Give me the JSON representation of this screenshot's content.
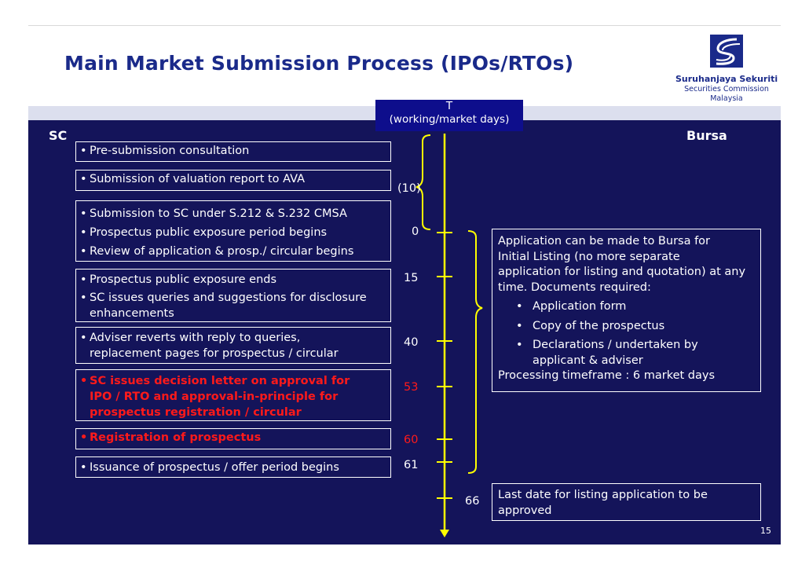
{
  "title": "Main Market Submission Process (IPOs/RTOs)",
  "logo": {
    "line1": "Suruhanjaya Sekuriti",
    "line2": "Securities Commission",
    "line3": "Malaysia",
    "icon": "sc-logo-icon"
  },
  "headers": {
    "left": "SC",
    "right": "Bursa"
  },
  "timeline_header": {
    "line1": "T",
    "line2": "(working/market days)"
  },
  "sc_steps": [
    {
      "items": [
        "Pre-submission consultation"
      ]
    },
    {
      "items": [
        "Submission of valuation report to AVA"
      ]
    },
    {
      "items": [
        "Submission to SC under S.212 & S.232 CMSA",
        "Prospectus public exposure period begins",
        "Review of application & prosp./ circular begins"
      ]
    },
    {
      "items": [
        "Prospectus public exposure ends",
        "SC issues queries and suggestions for disclosure",
        "enhancements"
      ]
    },
    {
      "items": [
        "Adviser reverts with reply to queries,",
        "replacement pages for prospectus / circular"
      ]
    },
    {
      "items": [
        "SC issues decision letter on approval for",
        "IPO / RTO and approval-in-principle for",
        "prospectus registration / circular"
      ]
    },
    {
      "items": [
        "Registration of prospectus"
      ]
    },
    {
      "items": [
        "Issuance of prospectus / offer period begins"
      ]
    }
  ],
  "day_marks": [
    "(10)",
    "0",
    "15",
    "40",
    "53",
    "60",
    "61",
    "66"
  ],
  "bursa_box1": {
    "lines": [
      "Application can be made to Bursa for",
      "Initial Listing (no more separate",
      "application for listing and quotation) at any",
      "time. Documents required:"
    ],
    "bullets": [
      "Application form",
      "Copy of the prospectus",
      "Declarations / undertaken by",
      "applicant & adviser"
    ],
    "footer": "Processing timeframe : 6 market days"
  },
  "bursa_box2": {
    "lines": [
      "Last date for listing application to be",
      "approved"
    ]
  },
  "page_number": "15",
  "colors": {
    "title": "#1a2a8a",
    "background": "#14145a",
    "highlight": "#ff1a1a",
    "timeline": "#ffff00"
  }
}
